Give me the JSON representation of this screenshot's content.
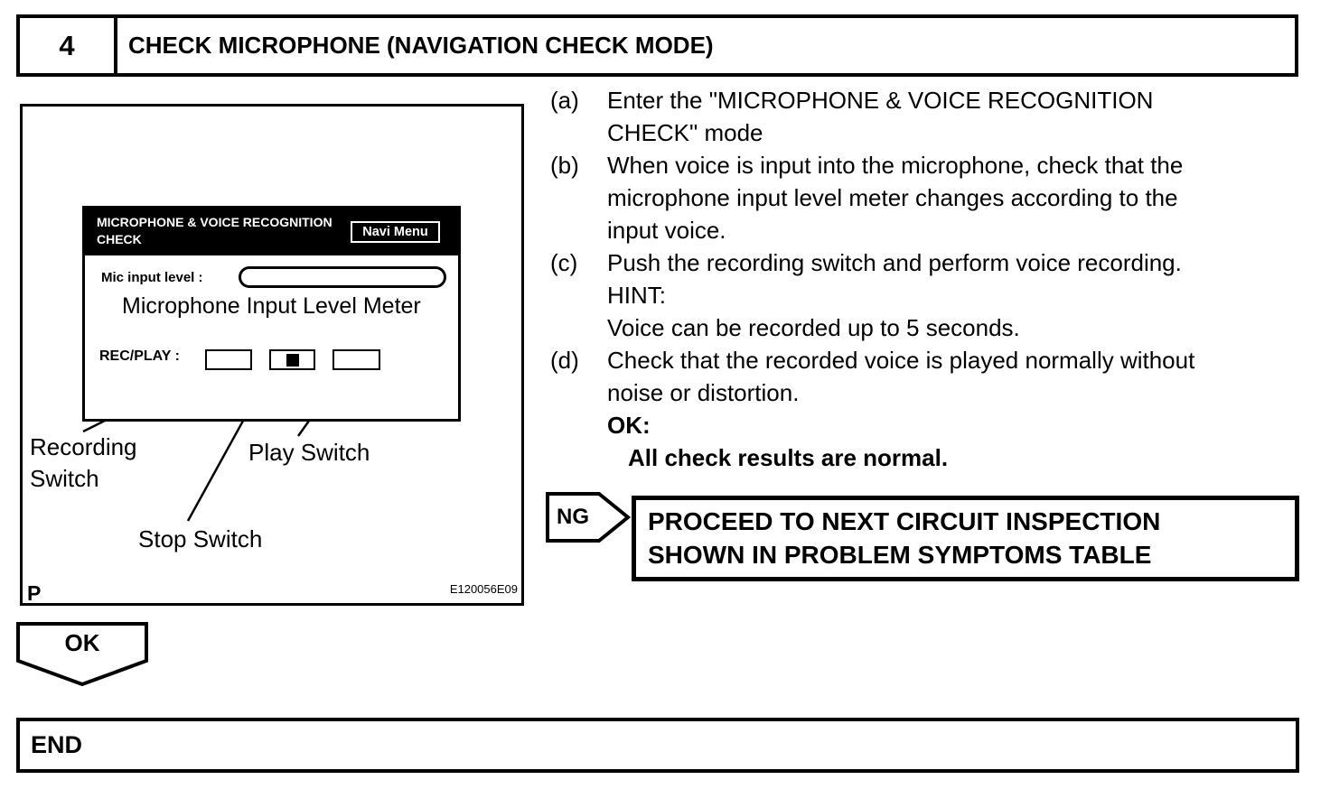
{
  "colors": {
    "ink": "#000000",
    "paper": "#ffffff",
    "screen_header_bg": "#000000",
    "screen_header_fg": "#ffffff"
  },
  "header": {
    "step_number": "4",
    "title": "CHECK MICROPHONE (NAVIGATION CHECK MODE)"
  },
  "figure": {
    "screen": {
      "title_line1": "MICROPHONE & VOICE RECOGNITION",
      "title_line2": "CHECK",
      "navi_menu_label": "Navi Menu",
      "mic_input_label": "Mic input level :",
      "rec_play_label": "REC/PLAY :"
    },
    "labels": {
      "meter": "Microphone Input Level Meter",
      "recording_switch_line1": "Recording",
      "recording_switch_line2": "Switch",
      "play_switch": "Play Switch",
      "stop_switch": "Stop Switch"
    },
    "page_marker": "P",
    "figure_code": "E120056E09"
  },
  "steps": [
    {
      "marker": "(a)",
      "lines": [
        "Enter the \"MICROPHONE & VOICE RECOGNITION",
        "CHECK\" mode"
      ]
    },
    {
      "marker": "(b)",
      "lines": [
        "When voice is input into the microphone, check that the",
        "microphone input level meter changes according to the",
        "input voice."
      ]
    },
    {
      "marker": "(c)",
      "lines": [
        "Push the recording switch and perform voice recording.",
        "HINT:",
        "Voice can be recorded up to 5 seconds."
      ]
    },
    {
      "marker": "(d)",
      "lines": [
        "Check that the recorded voice is played normally without",
        "noise or distortion."
      ],
      "ok_label": "OK:",
      "ok_text": "All check results are normal."
    }
  ],
  "ng": {
    "label": "NG",
    "action_lines": [
      "PROCEED TO NEXT CIRCUIT INSPECTION",
      "SHOWN IN PROBLEM SYMPTOMS TABLE"
    ]
  },
  "ok": {
    "label": "OK"
  },
  "end": {
    "label": "END"
  }
}
